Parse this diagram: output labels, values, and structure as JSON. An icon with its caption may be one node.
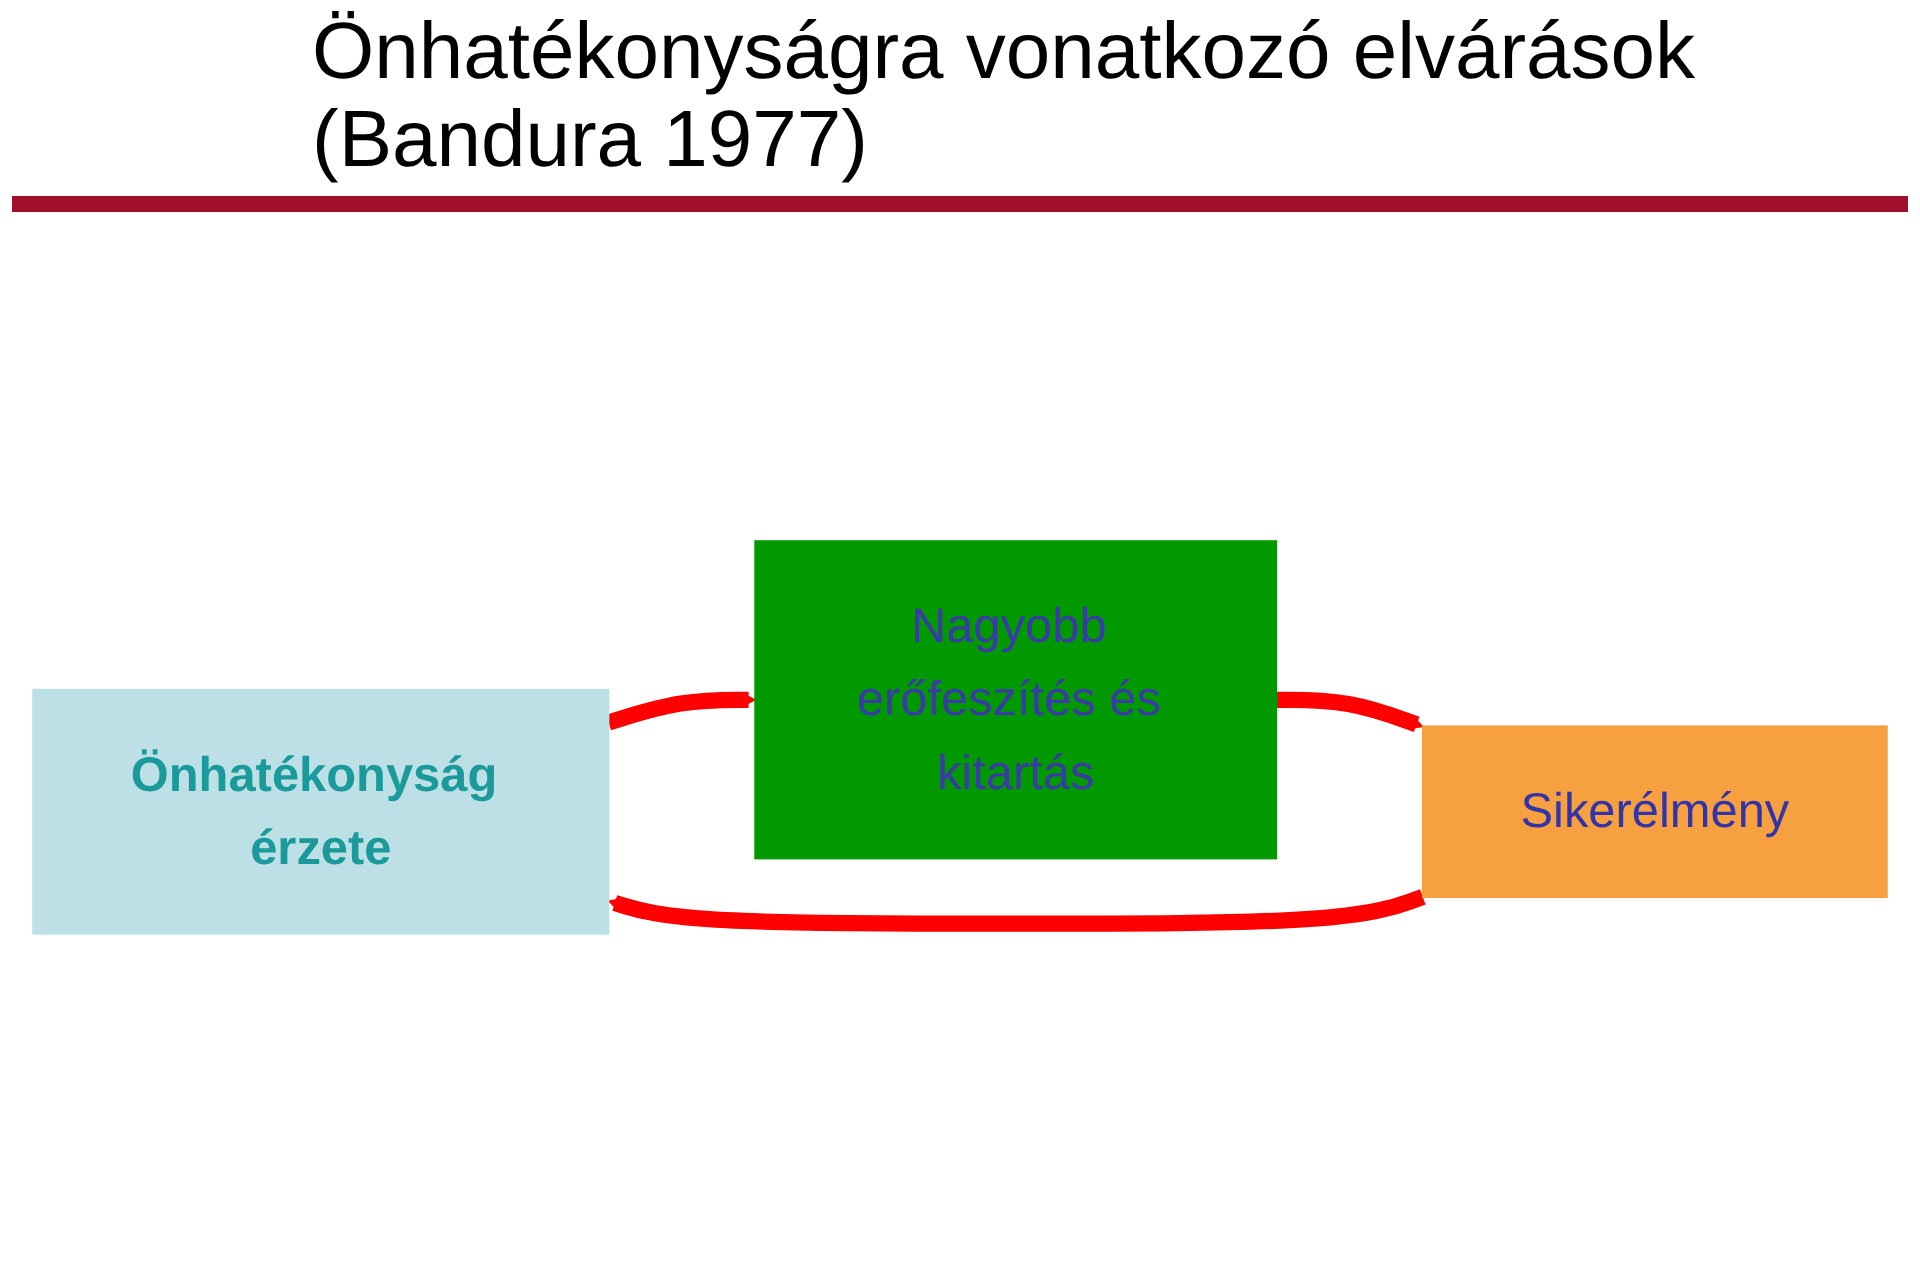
{
  "diagram": {
    "title": "Önhatékonyságra vonatkozó elvárások (Bandura 1977)",
    "nodes": [
      {
        "text": [
          "Önhatékonyság érzete"
        ]
      },
      {
        "text": [
          "Nagyobb erőfeszítés és kitartás"
        ]
      },
      {
        "text": [
          "Sikerélmény"
        ]
      }
    ],
    "edges": [
      {
        "from": 0,
        "to": 1,
        "arrow": "to"
      },
      {
        "from": 1,
        "to": 2,
        "arrow": "to"
      },
      {
        "from": 2,
        "to": 0,
        "arrow": "to"
      }
    ]
  }
}
